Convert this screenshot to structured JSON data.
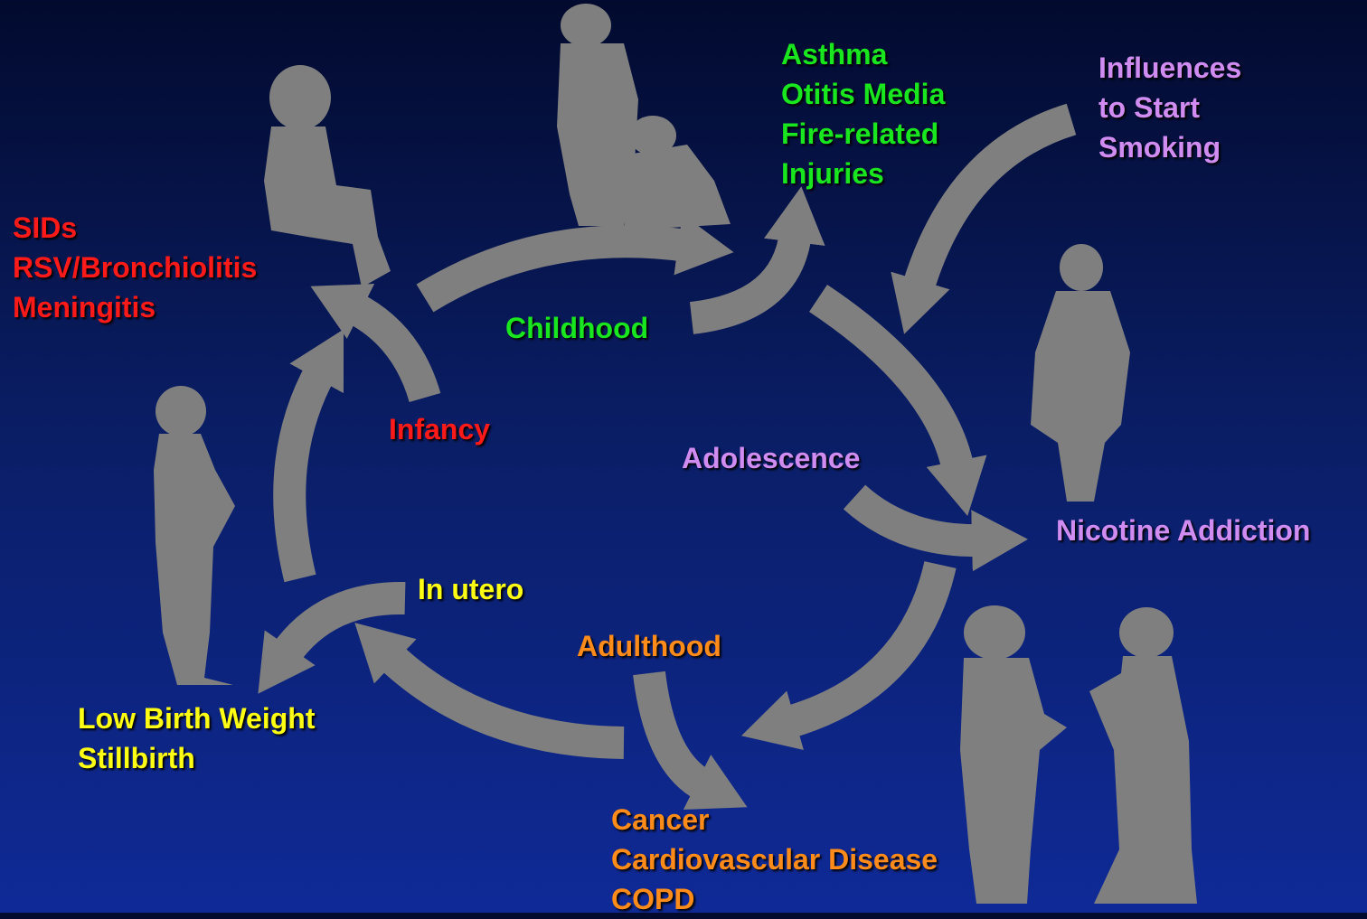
{
  "colors": {
    "red": "#ff1a1a",
    "green": "#19e61e",
    "purple": "#d08cf0",
    "yellow": "#ffff14",
    "orange": "#ff8c1a",
    "silhouette": "#7f7f7f"
  },
  "stages": {
    "infancy": "Infancy",
    "childhood": "Childhood",
    "adolescence": "Adolescence",
    "adulthood": "Adulthood",
    "in_utero": "In utero"
  },
  "outcomes": {
    "infancy": [
      "SIDs",
      "RSV/Bronchiolitis",
      "Meningitis"
    ],
    "childhood": [
      "Asthma",
      "Otitis Media",
      "Fire-related",
      "Injuries"
    ],
    "influences": [
      "Influences",
      "to Start",
      "Smoking"
    ],
    "adolescence": "Nicotine Addiction",
    "in_utero": [
      "Low Birth Weight",
      "Stillbirth"
    ],
    "adulthood": [
      "Cancer",
      "Cardiovascular Disease",
      "COPD"
    ]
  }
}
